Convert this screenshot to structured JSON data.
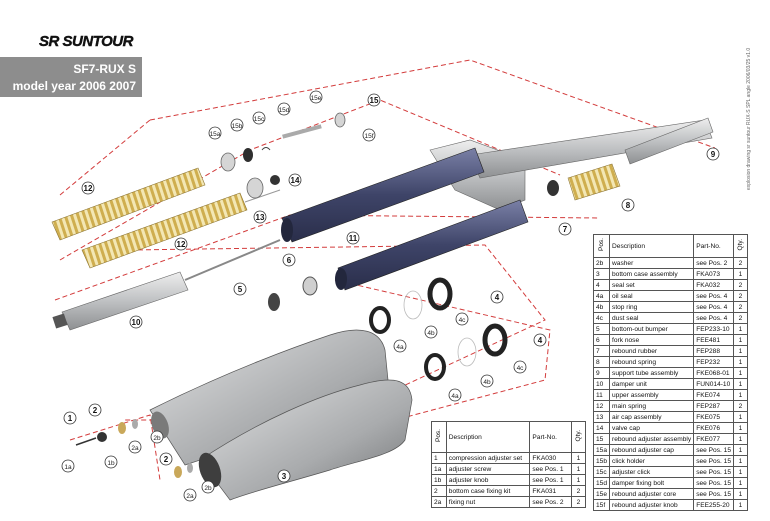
{
  "brand": {
    "logo_text": "SR SUNTOUR"
  },
  "header": {
    "model": "SF7-RUX S",
    "model_year": "model year 2006 2007"
  },
  "side_note": "explosion drawing sr suntour RUX-S  SPL angle  2006/03/25  v1.0",
  "callouts": {
    "c1": "1",
    "c1a": "1a",
    "c1b": "1b",
    "c2": "2",
    "c2a": "2a",
    "c2b": "2b",
    "c2_lower": "2",
    "c2a_lower": "2a",
    "c2b_lower": "2b",
    "c3": "3",
    "c4": "4",
    "c4a": "4a",
    "c4b": "4b",
    "c4c": "4c",
    "c4_lower": "4",
    "c4a_lower": "4a",
    "c4b_lower": "4b",
    "c4c_lower": "4c",
    "c5": "5",
    "c6": "6",
    "c7": "7",
    "c8": "8",
    "c9": "9",
    "c10": "10",
    "c11": "11",
    "c12": "12",
    "c12_lower": "12",
    "c13": "13",
    "c14": "14",
    "c15": "15",
    "c15a": "15a",
    "c15b": "15b",
    "c15c": "15c",
    "c15d": "15d",
    "c15e": "15e",
    "c15f": "15f"
  },
  "table_right": {
    "headers": {
      "pos": "Pos.",
      "description": "Description",
      "part_no": "Part-No.",
      "qty": "Qty."
    },
    "rows": [
      {
        "pos": "2b",
        "description": "washer",
        "part_no": "see Pos. 2",
        "qty": "2"
      },
      {
        "pos": "3",
        "description": "bottom case assembly",
        "part_no": "FKA073",
        "qty": "1"
      },
      {
        "pos": "4",
        "description": "seal set",
        "part_no": "FKA032",
        "qty": "2"
      },
      {
        "pos": "4a",
        "description": "oil seal",
        "part_no": "see Pos. 4",
        "qty": "2"
      },
      {
        "pos": "4b",
        "description": "stop ring",
        "part_no": "see Pos. 4",
        "qty": "2"
      },
      {
        "pos": "4c",
        "description": "dust seal",
        "part_no": "see Pos. 4",
        "qty": "2"
      },
      {
        "pos": "5",
        "description": "bottom-out bumper",
        "part_no": "FEP233-10",
        "qty": "1"
      },
      {
        "pos": "6",
        "description": "fork nose",
        "part_no": "FEE481",
        "qty": "1"
      },
      {
        "pos": "7",
        "description": "rebound rubber",
        "part_no": "FEP288",
        "qty": "1"
      },
      {
        "pos": "8",
        "description": "rebound spring",
        "part_no": "FEP232",
        "qty": "1"
      },
      {
        "pos": "9",
        "description": "support tube assembly",
        "part_no": "FKE068-01",
        "qty": "1"
      },
      {
        "pos": "10",
        "description": "damper unit",
        "part_no": "FUN014-10",
        "qty": "1"
      },
      {
        "pos": "11",
        "description": "upper assembly",
        "part_no": "FKE074",
        "qty": "1"
      },
      {
        "pos": "12",
        "description": "main spring",
        "part_no": "FEP287",
        "qty": "2"
      },
      {
        "pos": "13",
        "description": "air cap assembly",
        "part_no": "FKE075",
        "qty": "1"
      },
      {
        "pos": "14",
        "description": "valve cap",
        "part_no": "FKE076",
        "qty": "1"
      },
      {
        "pos": "15",
        "description": "rebound adjuster assembly",
        "part_no": "FKE077",
        "qty": "1"
      },
      {
        "pos": "15a",
        "description": "rebound adjuster cap",
        "part_no": "see Pos. 15",
        "qty": "1"
      },
      {
        "pos": "15b",
        "description": "click holder",
        "part_no": "see Pos. 15",
        "qty": "1"
      },
      {
        "pos": "15c",
        "description": "adjuster click",
        "part_no": "see Pos. 15",
        "qty": "1"
      },
      {
        "pos": "15d",
        "description": "damper fixing bolt",
        "part_no": "see Pos. 15",
        "qty": "1"
      },
      {
        "pos": "15e",
        "description": "rebound adjuster core",
        "part_no": "see Pos. 15",
        "qty": "1"
      },
      {
        "pos": "15f",
        "description": "rebound adjuster knob",
        "part_no": "FEE255-20",
        "qty": "1"
      }
    ]
  },
  "table_left": {
    "headers": {
      "pos": "Pos.",
      "description": "Description",
      "part_no": "Part-No.",
      "qty": "Qty."
    },
    "rows": [
      {
        "pos": "1",
        "description": "compression adjuster set",
        "part_no": "FKA030",
        "qty": "1"
      },
      {
        "pos": "1a",
        "description": "adjuster screw",
        "part_no": "see Pos. 1",
        "qty": "1"
      },
      {
        "pos": "1b",
        "description": "adjuster knob",
        "part_no": "see Pos. 1",
        "qty": "1"
      },
      {
        "pos": "2",
        "description": "bottom case fixing kit",
        "part_no": "FKA031",
        "qty": "2"
      },
      {
        "pos": "2a",
        "description": "fixing nut",
        "part_no": "see Pos. 2",
        "qty": "2"
      }
    ]
  },
  "colors": {
    "header_bg": "#8d8d8d",
    "stanchion": "#4a5075",
    "silver": "#c4c6c8",
    "spring": "#e8d28a",
    "dashed": "#d33c3c"
  }
}
